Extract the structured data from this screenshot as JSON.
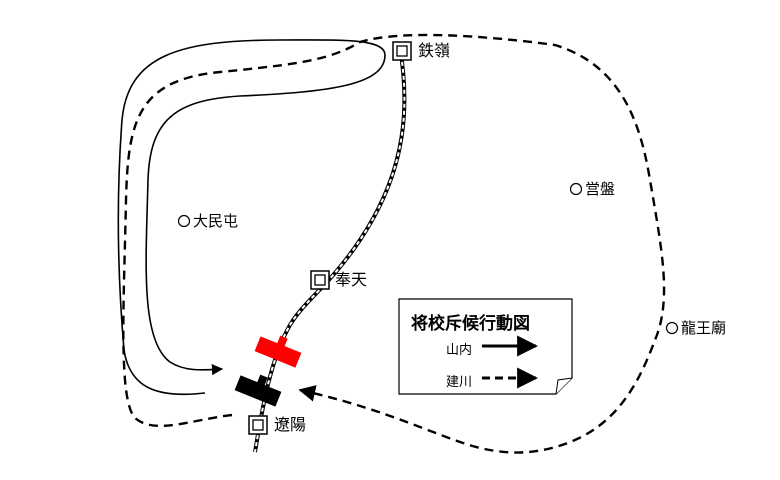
{
  "stations": [
    {
      "id": "tieling",
      "name": "鉄嶺"
    },
    {
      "id": "fengtian",
      "name": "奉天"
    },
    {
      "id": "liaoyang",
      "name": "遼陽"
    }
  ],
  "places": [
    {
      "id": "damintun",
      "name": "大民屯"
    },
    {
      "id": "yingpan",
      "name": "営盤"
    },
    {
      "id": "longwangmiao",
      "name": "龍王廟"
    }
  ],
  "legend": {
    "title": "将校斥候行動図",
    "items": [
      {
        "label": "山内",
        "line_style": "solid"
      },
      {
        "label": "建川",
        "line_style": "dashed"
      }
    ]
  },
  "colors": {
    "ink": "#000000",
    "red_marker": "#ff0000",
    "black_marker": "#000000"
  }
}
